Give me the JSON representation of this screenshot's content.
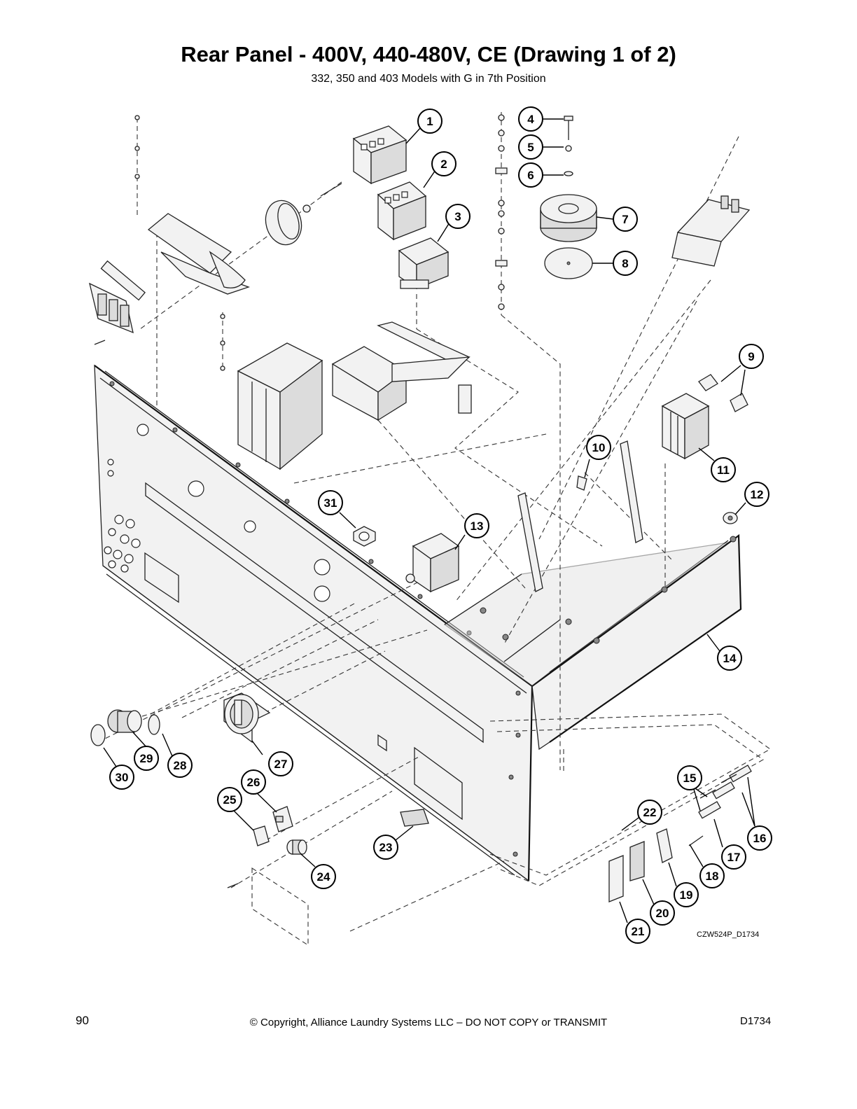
{
  "header": {
    "title": "Rear Panel - 400V, 440-480V, CE (Drawing 1 of 2)",
    "subtitle": "332, 350 and 403 Models with G in 7th Position"
  },
  "diagram": {
    "drawing_code": "CZW524P_D1734",
    "callouts": [
      "1",
      "2",
      "3",
      "4",
      "5",
      "6",
      "7",
      "8",
      "9",
      "10",
      "11",
      "12",
      "13",
      "14",
      "15",
      "16",
      "17",
      "18",
      "19",
      "20",
      "21",
      "22",
      "23",
      "24",
      "25",
      "26",
      "27",
      "28",
      "29",
      "30",
      "31"
    ]
  },
  "footer": {
    "page_number": "90",
    "copyright": "© Copyright, Alliance Laundry Systems LLC – DO NOT COPY or TRANSMIT",
    "doc_id": "D1734"
  }
}
